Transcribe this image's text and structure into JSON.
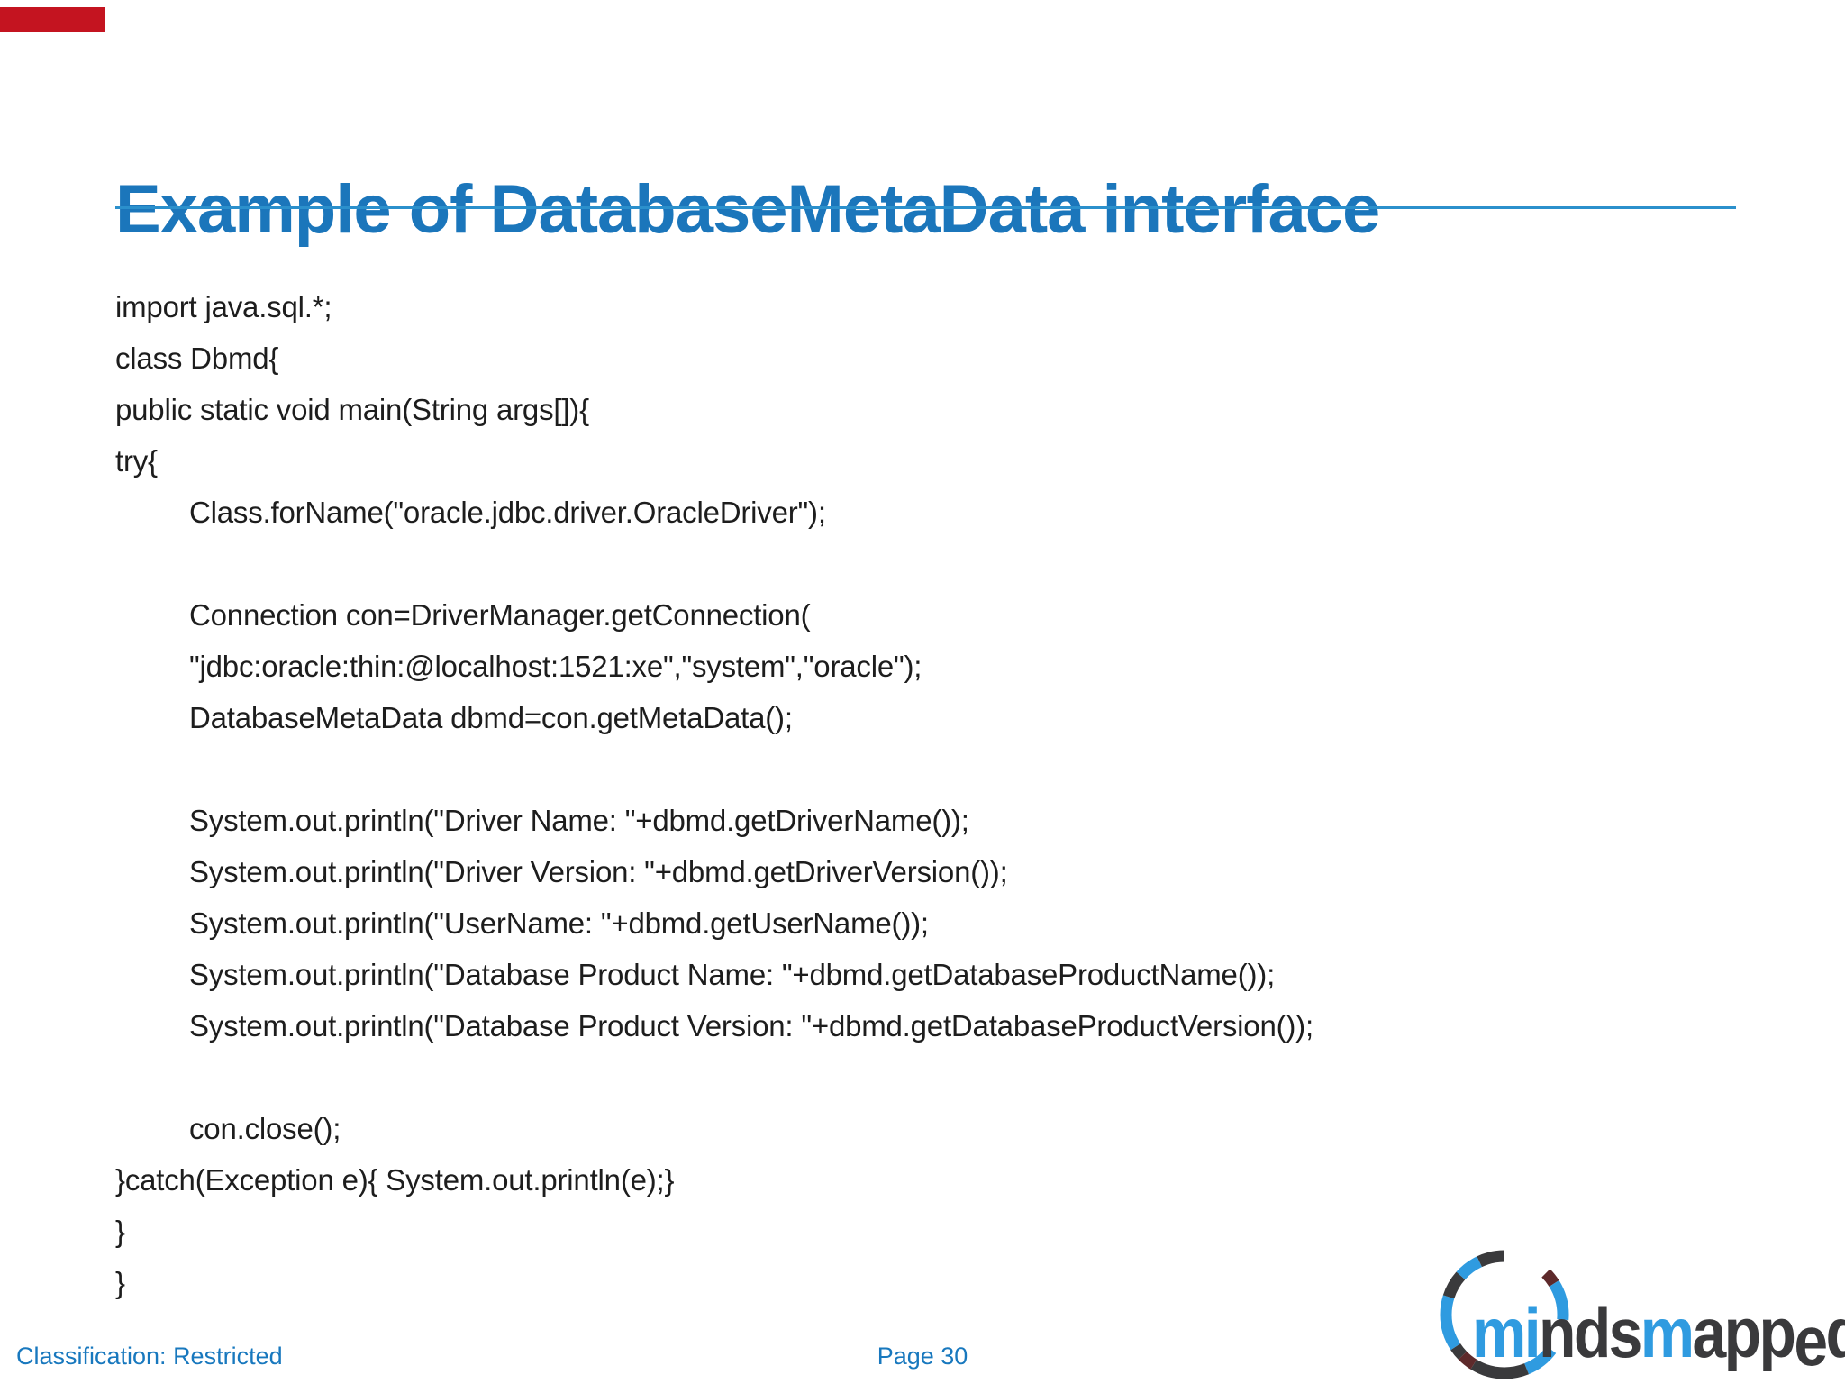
{
  "slide": {
    "title": "Example of DatabaseMetaData interface",
    "footer": {
      "classification": "Classification: Restricted",
      "page": "Page 30"
    },
    "accent_colors": {
      "title_blue": "#1B76BB",
      "rule_blue": "#2B90CC",
      "footer_blue": "#1878BE",
      "marker_red": "#C41420",
      "code_text": "#1D1D1D"
    }
  },
  "code": {
    "lines": [
      "import java.sql.*;",
      "class Dbmd{",
      "public static void main(String args[]){",
      "try{",
      "Class.forName(\"oracle.jdbc.driver.OracleDriver\");",
      "",
      "Connection con=DriverManager.getConnection(",
      "\"jdbc:oracle:thin:@localhost:1521:xe\",\"system\",\"oracle\");",
      "DatabaseMetaData dbmd=con.getMetaData();",
      "",
      "System.out.println(\"Driver Name: \"+dbmd.getDriverName());",
      "System.out.println(\"Driver Version: \"+dbmd.getDriverVersion());",
      "System.out.println(\"UserName: \"+dbmd.getUserName());",
      "System.out.println(\"Database Product Name: \"+dbmd.getDatabaseProductName());",
      "System.out.println(\"Database Product Version: \"+dbmd.getDatabaseProductVersion());",
      "",
      "con.close();",
      "}catch(Exception e){ System.out.println(e);}",
      "}",
      "}"
    ]
  },
  "logo": {
    "name": "mindsmapped-logo",
    "wordmark": {
      "seg1": "mi",
      "seg2": "nds",
      "seg3": "m",
      "seg4": "app",
      "seg5": "e",
      "seg6": "d"
    },
    "colors": {
      "blue": "#2F9BE0",
      "dark": "#3A3A3C",
      "maroon": "#5E2A2B"
    }
  }
}
